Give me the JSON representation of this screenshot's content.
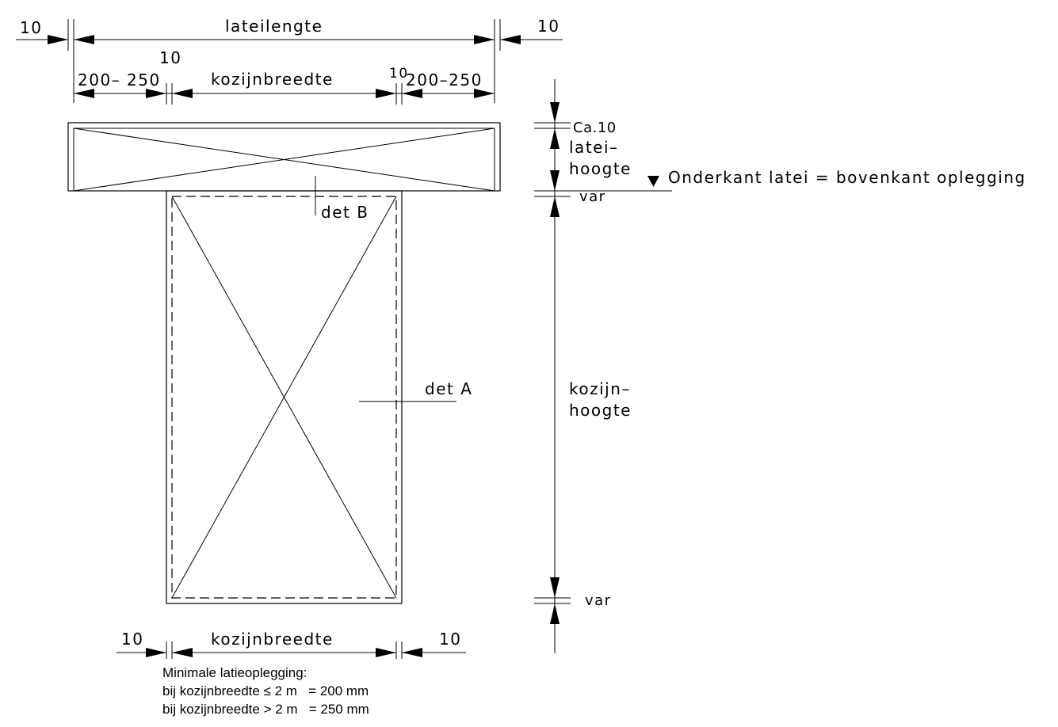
{
  "labels": {
    "left_allowance": "10",
    "lintel_length": "lateilengte",
    "right_allowance": "10",
    "bearing_left": "200– 250",
    "gap_left": "10",
    "frame_width_top": "kozijnbreedte",
    "gap_right": "10",
    "bearing_right": "200–250",
    "ca_10": "Ca.10",
    "lintel_height_1": "latei–",
    "lintel_height_2": "hoogte",
    "level_note": "Onderkant latei = bovenkant oplegging",
    "var_top": "var",
    "det_b": "det B",
    "det_a": "det A",
    "frame_height_1": "kozijn–",
    "frame_height_2": "hoogte",
    "var_bottom": "var",
    "bottom_left_gap": "10",
    "frame_width_bottom": "kozijnbreedte",
    "bottom_right_gap": "10"
  },
  "note": {
    "title": "Minimale latieoplegging:",
    "line1": "bij kozijnbreedte ≤ 2 m   = 200 mm",
    "line2": "bij kozijnbreedte > 2 m   = 250 mm"
  }
}
